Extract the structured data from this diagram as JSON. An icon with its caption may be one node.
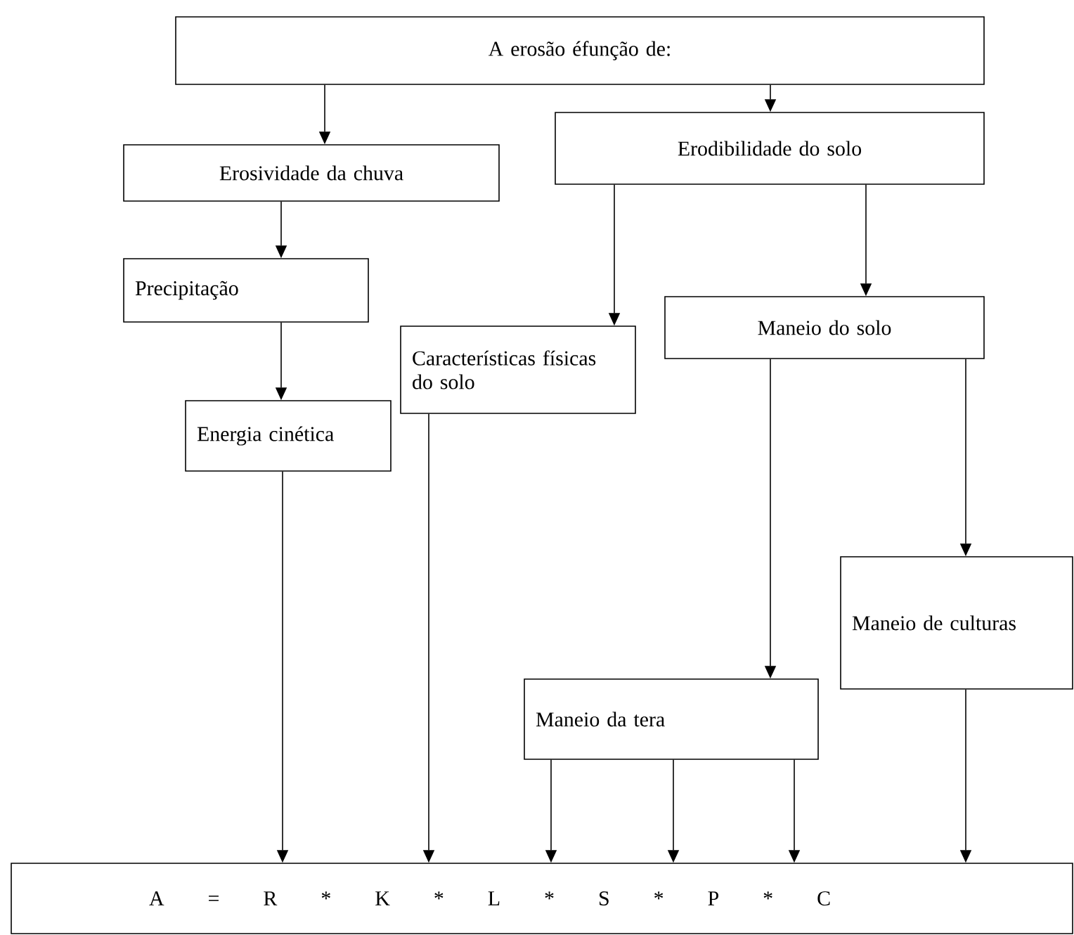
{
  "diagram": {
    "nodes": [
      {
        "text": [
          "A erosão éfunção de:"
        ]
      },
      {
        "text": [
          "Erosividade da chuva"
        ]
      },
      {
        "text": [
          "Erodibilidade do solo"
        ]
      },
      {
        "text": [
          "Precipitação"
        ]
      },
      {
        "text": [
          "Características físicas do solo"
        ]
      },
      {
        "text": [
          "Maneio do solo"
        ]
      },
      {
        "text": [
          "Energia cinética"
        ]
      },
      {
        "text": [
          "Maneio de culturas"
        ]
      },
      {
        "text": [
          "Maneio da tera"
        ]
      },
      {
        "text": [
          "A = R * K * L * S * P * C"
        ]
      }
    ],
    "edges": [
      {
        "from": 0,
        "to": 1,
        "arrow": "to"
      },
      {
        "from": 0,
        "to": 2,
        "arrow": "to"
      },
      {
        "from": 1,
        "to": 3,
        "arrow": "to"
      },
      {
        "from": 2,
        "to": 4,
        "arrow": "to"
      },
      {
        "from": 2,
        "to": 5,
        "arrow": "to"
      },
      {
        "from": 3,
        "to": 6,
        "arrow": "to"
      },
      {
        "from": 5,
        "to": 8,
        "arrow": "to"
      },
      {
        "from": 5,
        "to": 7,
        "arrow": "to"
      },
      {
        "from": 6,
        "to": 9,
        "arrow": "to"
      },
      {
        "from": 4,
        "to": 9,
        "arrow": "to"
      },
      {
        "from": 8,
        "to": 9,
        "arrow": "to"
      },
      {
        "from": 8,
        "to": 9,
        "arrow": "to"
      },
      {
        "from": 8,
        "to": 9,
        "arrow": "to"
      },
      {
        "from": 7,
        "to": 9,
        "arrow": "to"
      }
    ]
  }
}
